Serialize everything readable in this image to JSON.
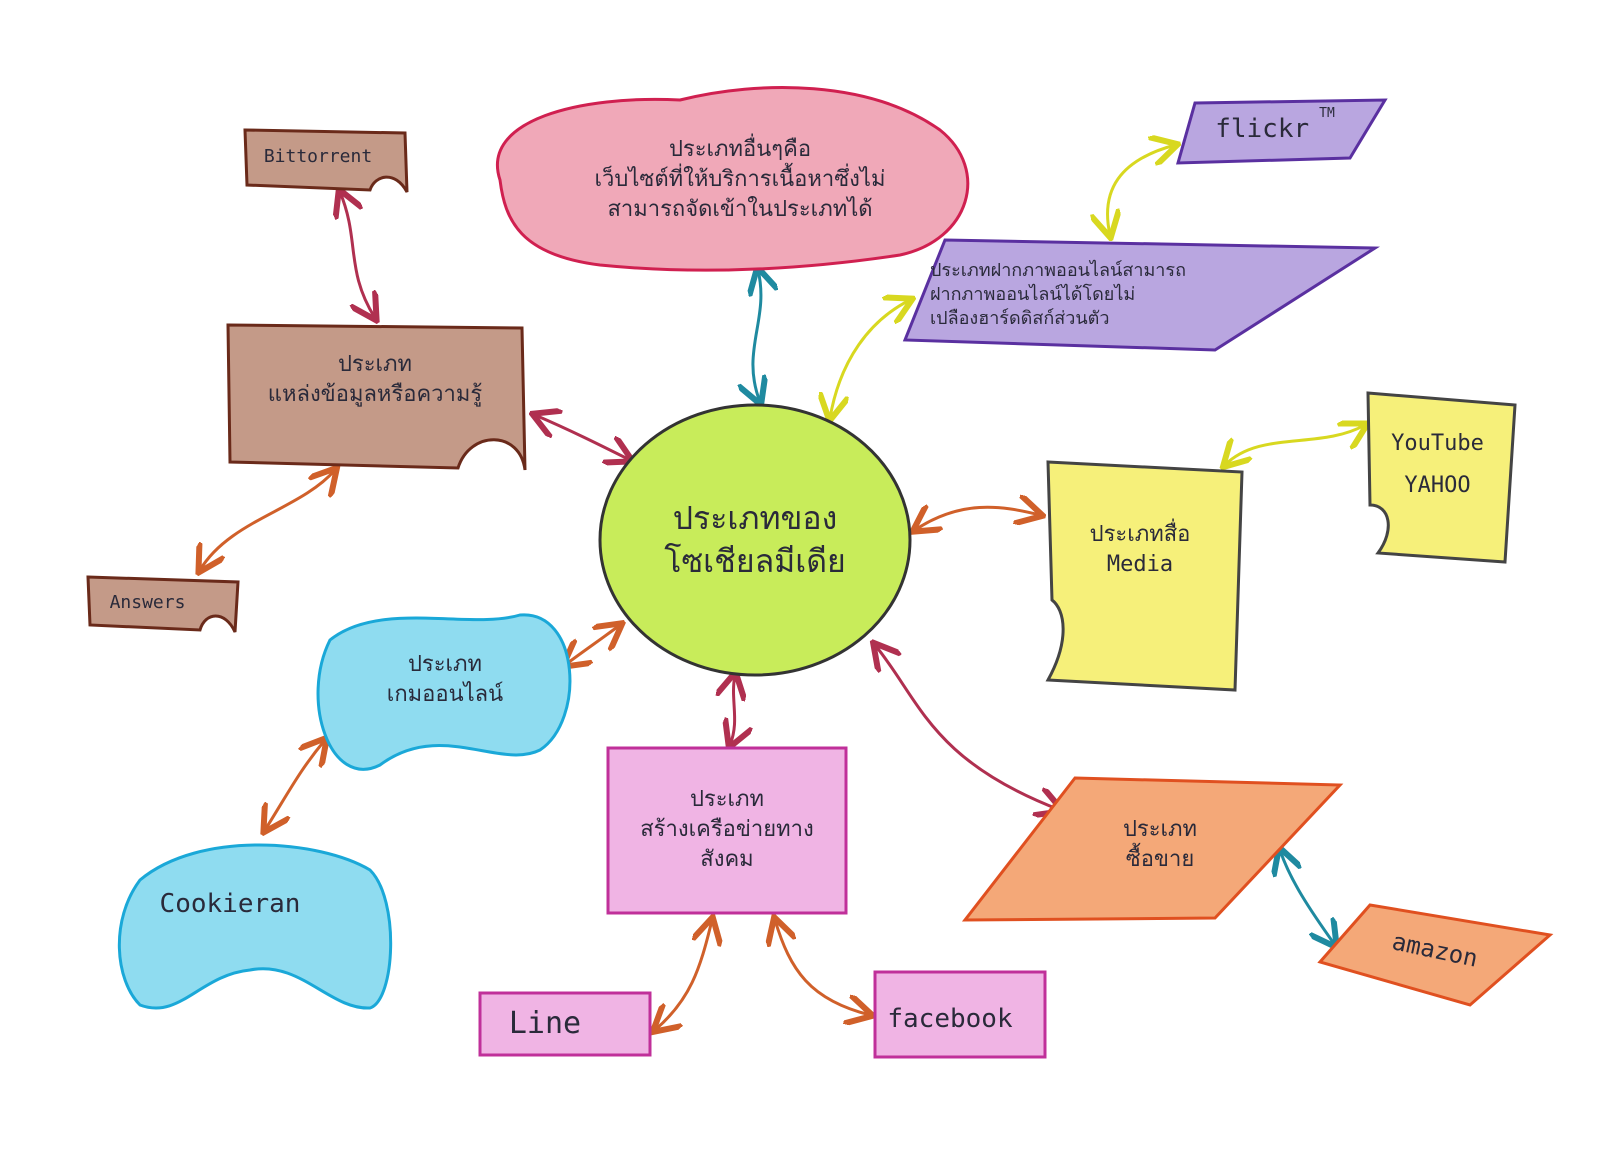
{
  "center": {
    "line1": "ประเภทของ",
    "line2": "โซเชียลมีเดีย"
  },
  "nodes": {
    "other": {
      "line1": "ประเภทอื่นๆคือ",
      "line2": "เว็บไซต์ที่ให้บริการเนื้อหาซึ่งไม่",
      "line3": "สามารถจัดเข้าในประเภทได้"
    },
    "photo": {
      "line1": "ประเภทฝากภาพออนไลน์สามารถ",
      "line2": "ฝากภาพออนไลน์ได้โดยไม่",
      "line3": "เปลืองฮาร์ดดิสก์ส่วนตัว"
    },
    "knowledge": {
      "line1": "ประเภท",
      "line2": "แหล่งข้อมูลหรือความรู้"
    },
    "media": {
      "line1": "ประเภทสื่อ",
      "line2": "Media"
    },
    "game": {
      "line1": "ประเภท",
      "line2": "เกมออนไลน์"
    },
    "social": {
      "line1": "ประเภท",
      "line2": "สร้างเครือข่ายทาง",
      "line3": "สังคม"
    },
    "commerce": {
      "line1": "ประเภท",
      "line2": "ซื้อขาย"
    }
  },
  "leaves": {
    "bittorrent": "Bittorrent",
    "answers": "Answers",
    "flickr": "flickr",
    "flickr_tm": "TM",
    "youtube": "YouTube",
    "yahoo": "YAHOO",
    "cookierun": "Cookieran",
    "line": "Line",
    "facebook": "facebook",
    "amazon": "amazon"
  },
  "colors": {
    "center": "#c8ec5a",
    "other": "#f0a8b8",
    "photo": "#b9a6e0",
    "knowledge": "#c49a88",
    "media": "#f6f07a",
    "game": "#8fdcf0",
    "social": "#f0b4e4",
    "commerce": "#f4a878"
  }
}
